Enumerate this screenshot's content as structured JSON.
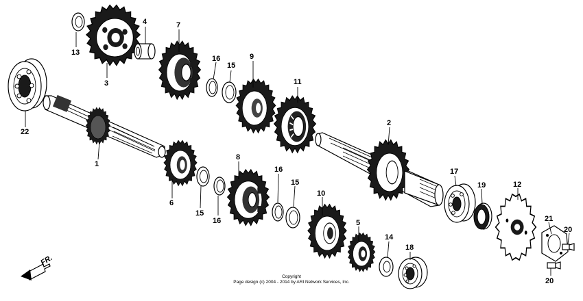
{
  "callouts": {
    "p1": "1",
    "p2": "2",
    "p3": "3",
    "p4": "4",
    "p5": "5",
    "p6": "6",
    "p7": "7",
    "p8": "8",
    "p9": "9",
    "p10": "10",
    "p11": "11",
    "p12": "12",
    "p13": "13",
    "p14": "14",
    "p15a": "15",
    "p15b": "15",
    "p15c": "15",
    "p16a": "16",
    "p16b": "16",
    "p16c": "16",
    "p17": "17",
    "p18": "18",
    "p19": "19",
    "p20a": "20",
    "p20b": "20",
    "p21": "21",
    "p22": "22"
  },
  "direction_label": "FR.",
  "copyright": {
    "line1": "Copyright",
    "line2": "Page design (c) 2004 - 2014 by ARI Network Services, Inc."
  }
}
